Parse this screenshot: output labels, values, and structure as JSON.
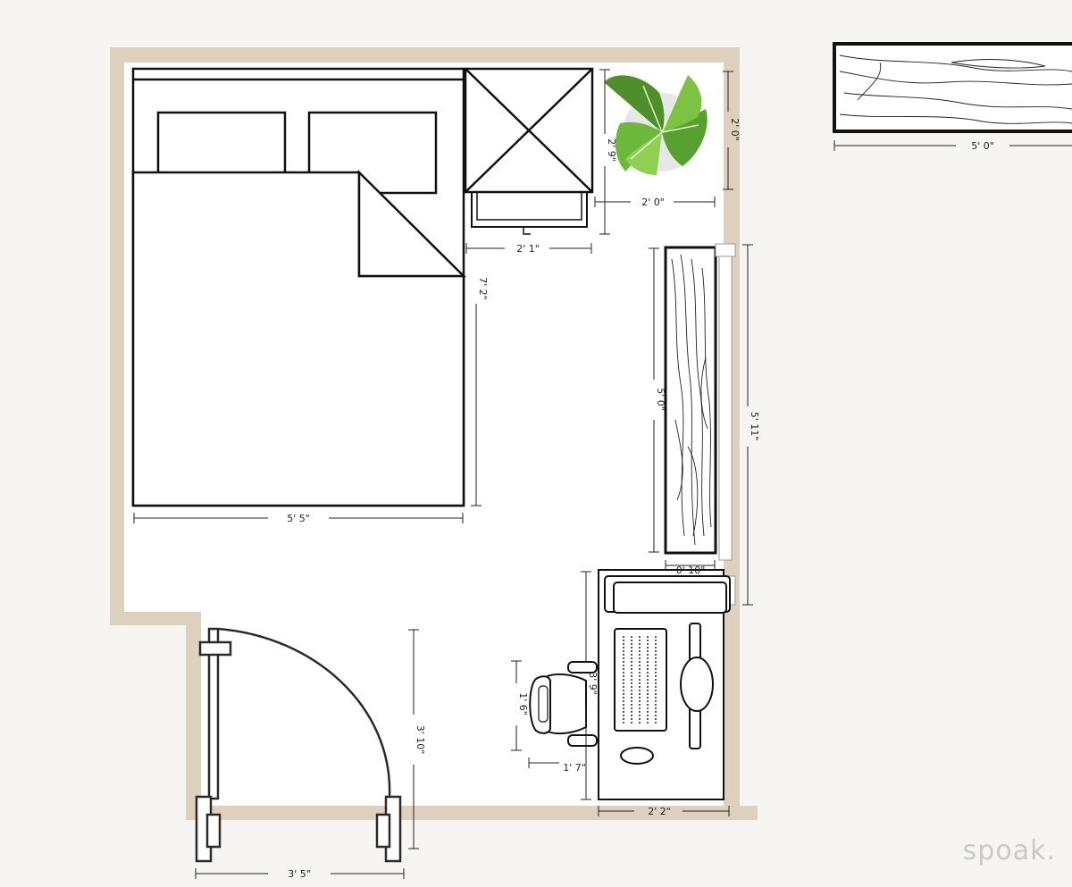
{
  "colors": {
    "background": "#f6f5f1",
    "floor": "#ffffff",
    "wall": "#ddd0bd",
    "line": "#111111",
    "plant_dark": "#4e8f2a",
    "plant_light": "#7cc243",
    "watermark": "#c9c9c9"
  },
  "dimensions": {
    "bed_width": "5' 5\"",
    "bed_length": "7' 2\"",
    "nightstand_depth": "2' 9\"",
    "nightstand_width": "2' 1\"",
    "plant_width": "2' 0\"",
    "plant_depth": "2' 0\"",
    "dresser_length": "5' 0\"",
    "dresser_depth": "0' 10\"",
    "window_length": "5' 11\"",
    "desk_width": "2' 2\"",
    "desk_gap": "3' 9\"",
    "chair_height": "1' 6\"",
    "chair_width": "1' 7\"",
    "door_width": "3' 5\"",
    "door_swing": "3' 10\"",
    "shelf_width": "5' 0\""
  },
  "icons": [
    "bed-icon",
    "nightstand-icon",
    "plant-icon",
    "dresser-icon",
    "desk-icon",
    "chair-icon",
    "door-icon",
    "shelf-icon"
  ],
  "watermark": "spoak."
}
